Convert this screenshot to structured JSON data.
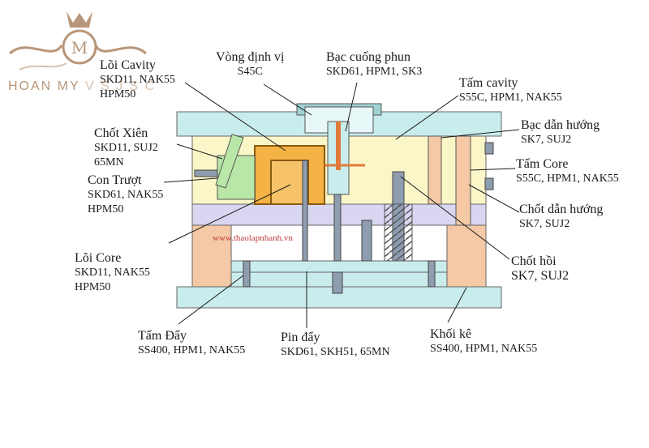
{
  "logo": {
    "text_main": "HOAN MY",
    "text_tail": "V S J S C"
  },
  "watermark": "www.thaolapnhanh.vn",
  "labels": {
    "cavity_insert": {
      "name": "Lõi Cavity",
      "materials": [
        "SKD11, NAK55",
        "HPM50"
      ]
    },
    "locating_ring": {
      "name": "Vòng định vị",
      "materials": [
        "S45C"
      ]
    },
    "sprue_bushing": {
      "name": "Bạc cuống phun",
      "materials": [
        "SKD61, HPM1, SK3"
      ]
    },
    "cavity_plate": {
      "name": "Tấm cavity",
      "materials": [
        "S55C, HPM1, NAK55"
      ]
    },
    "guide_bushing": {
      "name": "Bạc dẫn hướng",
      "materials": [
        "SK7, SUJ2"
      ]
    },
    "angle_pin": {
      "name": "Chốt Xiên",
      "materials": [
        "SKD11, SUJ2",
        "65MN"
      ]
    },
    "core_plate": {
      "name": "Tấm Core",
      "materials": [
        "S55C, HPM1, NAK55"
      ]
    },
    "slider": {
      "name": "Con Trượt",
      "materials": [
        "SKD61, NAK55",
        "HPM50"
      ]
    },
    "guide_pin": {
      "name": "Chốt dẫn hướng",
      "materials": [
        "SK7, SUJ2"
      ]
    },
    "core_insert": {
      "name": "Lõi Core",
      "materials": [
        "SKD11, NAK55",
        "HPM50"
      ]
    },
    "return_pin": {
      "name": "Chốt hồi",
      "materials": [
        "SK7, SUJ2"
      ]
    },
    "ejector_plate": {
      "name": "Tấm Đẩy",
      "materials": [
        "SS400, HPM1, NAK55"
      ]
    },
    "ejector_pin": {
      "name": "Pin đẩy",
      "materials": [
        "SKD61, SKH51, 65MN"
      ]
    },
    "support_block": {
      "name": "Khối kê",
      "materials": [
        "SS400, HPM1, NAK55"
      ]
    }
  },
  "colors": {
    "plate": "#c9ecec",
    "plate_dark": "#9fd3d3",
    "cavity_fill": "#fbf6c8",
    "core_insert": "#f4b344",
    "slider": "#b9e7a8",
    "lavender": "#d9d6f2",
    "block": "#f5c9a6",
    "pin": "#8f9db0",
    "leader": "#1a1a1a",
    "logo": "#b89679"
  }
}
